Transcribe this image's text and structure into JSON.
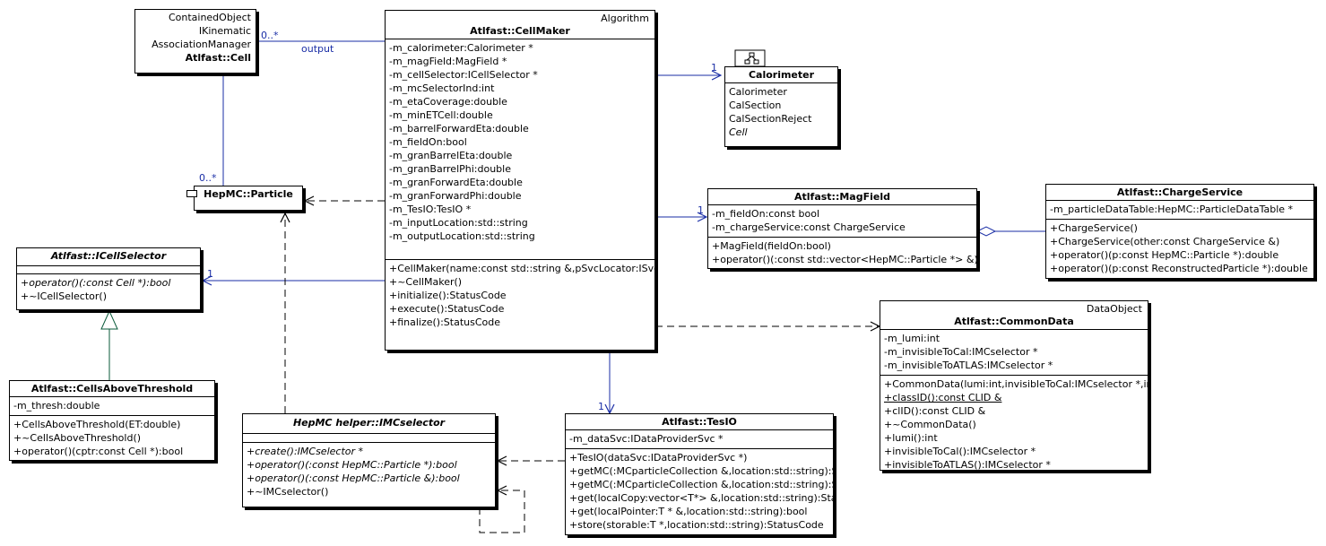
{
  "cell": {
    "stereotypes": [
      "ContainedObject",
      "IKinematic",
      "AssociationManager"
    ],
    "name": "Atlfast::Cell"
  },
  "cellmaker": {
    "stereotype": "Algorithm",
    "name": "Atlfast::CellMaker",
    "attributes": [
      "-m_calorimeter:Calorimeter *",
      "-m_magField:MagField *",
      "-m_cellSelector:ICellSelector *",
      "-m_mcSelectorInd:int",
      "-m_etaCoverage:double",
      "-m_minETCell:double",
      "-m_barrelForwardEta:double",
      "-m_fieldOn:bool",
      "-m_granBarrelEta:double",
      "-m_granBarrelPhi:double",
      "-m_granForwardEta:double",
      "-m_granForwardPhi:double",
      "-m_TesIO:TesIO *",
      "-m_inputLocation:std::string",
      "-m_outputLocation:std::string"
    ],
    "operations": [
      "+CellMaker(name:const std::string &,pSvcLocator:ISvcLocator *)",
      "+~CellMaker()",
      "+initialize():StatusCode",
      "+execute():StatusCode",
      "+finalize():StatusCode"
    ]
  },
  "calorimeter": {
    "name": "Calorimeter",
    "items": [
      "Calorimeter",
      "CalSection",
      "CalSectionReject",
      "Cell"
    ]
  },
  "particle": {
    "name": "HepMC::Particle"
  },
  "icellselector": {
    "name": "Atlfast::ICellSelector",
    "operations": [
      "+operator()(:const Cell *):bool",
      "+~ICellSelector()"
    ]
  },
  "cellsabove": {
    "name": "Atlfast::CellsAboveThreshold",
    "attributes": [
      "-m_thresh:double"
    ],
    "operations": [
      "+CellsAboveThreshold(ET:double)",
      "+~CellsAboveThreshold()",
      "+operator()(cptr:const Cell *):bool"
    ]
  },
  "imcselector": {
    "name": "HepMC helper::IMCselector",
    "operations": [
      "+create():IMCselector *",
      "+operator()(:const HepMC::Particle *):bool",
      "+operator()(:const HepMC::Particle &):bool",
      "+~IMCselector()"
    ]
  },
  "magfield": {
    "name": "Atlfast::MagField",
    "attributes": [
      "-m_fieldOn:const bool",
      "-m_chargeService:const ChargeService"
    ],
    "operations": [
      "+MagField(fieldOn:bool)",
      "+operator()(:const std::vector<HepMC::Particle *> &):void"
    ]
  },
  "chargeservice": {
    "name": "Atlfast::ChargeService",
    "attributes": [
      "-m_particleDataTable:HepMC::ParticleDataTable *"
    ],
    "operations": [
      "+ChargeService()",
      "+ChargeService(other:const ChargeService &)",
      "+operator()(p:const HepMC::Particle *):double",
      "+operator()(p:const ReconstructedParticle *):double"
    ]
  },
  "commondata": {
    "stereotype": "DataObject",
    "name": "Atlfast::CommonData",
    "attributes": [
      "-m_lumi:int",
      "-m_invisibleToCal:IMCselector *",
      "-m_invisibleToATLAS:IMCselector *"
    ],
    "operations": [
      "+CommonData(lumi:int,invisibleToCal:IMCselector *,invisibleToATLAS:IMCselector *)",
      "+classID():const CLID &",
      "+clID():const CLID &",
      "+~CommonData()",
      "+lumi():int",
      "+invisibleToCal():IMCselector *",
      "+invisibleToATLAS():IMCselector *"
    ]
  },
  "tesio": {
    "name": "Atlfast::TesIO",
    "attributes": [
      "-m_dataSvc:IDataProviderSvc *"
    ],
    "operations": [
      "+TesIO(dataSvc:IDataProviderSvc *)",
      "+getMC(:MCparticleCollection &,location:std::string):StatusCode",
      "+getMC(:MCparticleCollection &,location:std::string):StatusCode",
      "+get(localCopy:vector<T*> &,location:std::string):StatusCode",
      "+get(localPointer:T * &,location:std::string):bool",
      "+store(storable:T *,location:std::string):StatusCode"
    ]
  },
  "labels": {
    "output": "output",
    "mult_cell": "0..*",
    "mult_particle": "0..*",
    "mult_calorimeter": "1",
    "mult_magfield": "1",
    "mult_icellselector": "1",
    "mult_tesio": "1"
  },
  "colors": {
    "association": "#1a2ea6",
    "dependency": "#000000",
    "generalization": "#0a5a3a"
  }
}
